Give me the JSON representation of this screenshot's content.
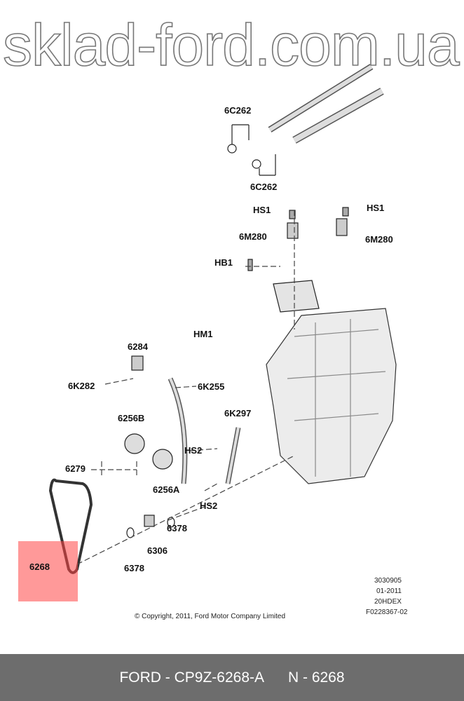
{
  "diagram": {
    "labels": {
      "c262_top": "6C262",
      "c262_bottom": "6C262",
      "hs1_left": "HS1",
      "hs1_right": "HS1",
      "m280_left": "6M280",
      "m280_right": "6M280",
      "hb1": "HB1",
      "hm1": "HM1",
      "p6284": "6284",
      "k282": "6K282",
      "k255": "6K255",
      "k297": "6K297",
      "p6256b": "6256B",
      "hs2_upper": "HS2",
      "p6279": "6279",
      "p6256a": "6256A",
      "hs2_lower": "HS2",
      "p6378_right": "6378",
      "p6306": "6306",
      "p6378_lower": "6378",
      "p6268": "6268"
    },
    "notes": [
      "3030905",
      "01-2011",
      "20HDEX",
      "F0228367-02"
    ],
    "copyright": "© Copyright, 2011, Ford Motor Company Limited",
    "watermark": "sklad-ford.com.ua",
    "highlight_color": "#ff4646"
  },
  "footer": {
    "part": "FORD - CP9Z-6268-A",
    "number": "N - 6268"
  }
}
